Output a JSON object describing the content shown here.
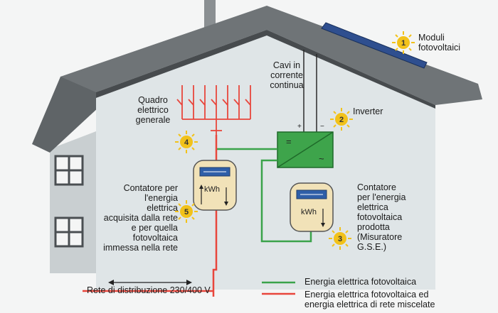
{
  "labels": {
    "moduli": "Moduli\nfotovoltaici",
    "cavi": "Cavi in\ncorrente\ncontinua",
    "quadro": "Quadro\nelettrico\ngenerale",
    "inverter": "Inverter",
    "contatore_rete": "Contatore per\nl'energia\nelettrica\nacquisita dalla rete\ne per quella\nfotovoltaica\nimmessa nella rete",
    "contatore_fv": "Contatore\nper l'energia\nelettrica\nfotovoltaica\nprodotta\n(Misuratore\nG.S.E.)",
    "rete": "Rete di distribuzione 230/400 V"
  },
  "meters": {
    "unit": "kWh"
  },
  "symbols": {
    "plus": "+",
    "minus": "−",
    "dc": "=",
    "ac": "~"
  },
  "markers": [
    "1",
    "2",
    "3",
    "4",
    "5"
  ],
  "legend": {
    "green_label": "Energia elettrica fotovoltaica",
    "red_label": "Energia elettrica fotovoltaica ed\nenergia elettrica di rete miscelate"
  },
  "colors": {
    "green": "#3aa34a",
    "red": "#e8463c",
    "house": "#dde4e6",
    "roof": "#6f7477",
    "sun": "#f2c21a",
    "panel": "#2f4f8f",
    "inverter": "#3ea44b",
    "meter": "#f1e2b8"
  }
}
